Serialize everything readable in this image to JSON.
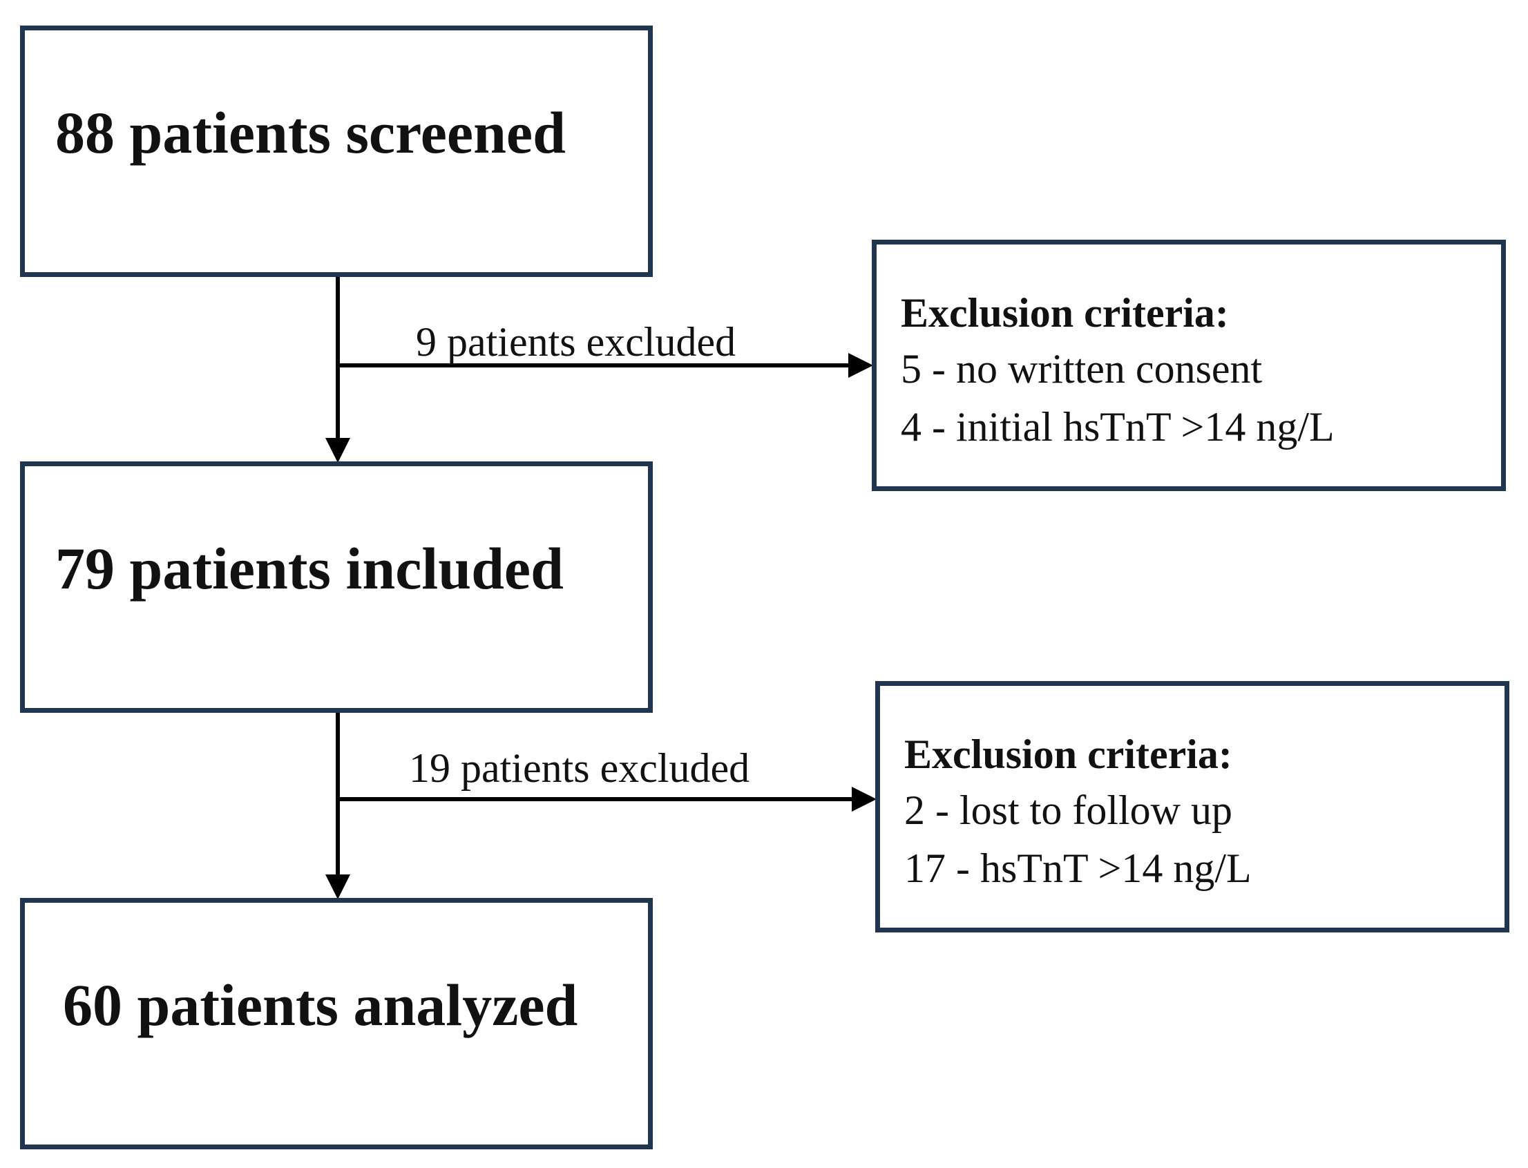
{
  "flow": {
    "screened": "88 patients screened",
    "included": "79 patients included",
    "analyzed": "60 patients analyzed"
  },
  "exclusions": [
    {
      "label": "9 patients excluded",
      "title": "Exclusion criteria:",
      "items": [
        "5 - no written consent",
        "4 - initial hsTnT >14 ng/L"
      ]
    },
    {
      "label": "19 patients excluded",
      "title": "Exclusion criteria:",
      "items": [
        "2 - lost to follow up",
        "17 - hsTnT >14 ng/L"
      ]
    }
  ],
  "colors": {
    "box_border": "#1f3550",
    "arrow": "#000000"
  }
}
